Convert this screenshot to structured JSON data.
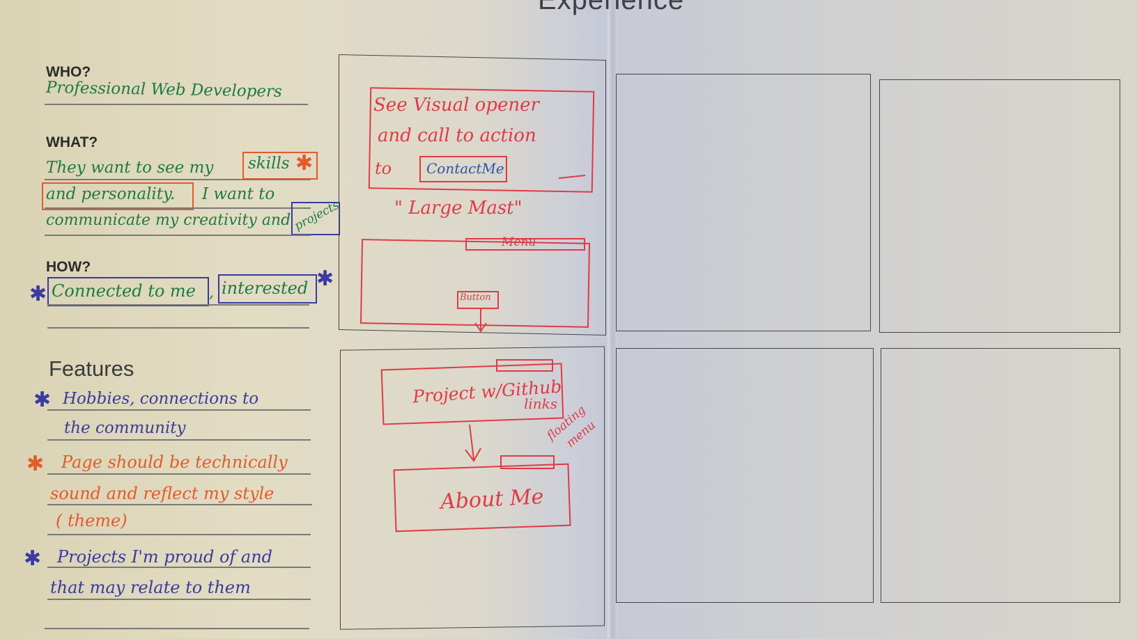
{
  "page": {
    "heading_fragment": "Experience"
  },
  "who": {
    "label": "WHO?",
    "text": "Professional Web Developers"
  },
  "what": {
    "label": "WHAT?",
    "line1": "They want to see my",
    "skills": "skills",
    "line2": "and personality.",
    "line2b": "I want to",
    "line3": "communicate my creativity and",
    "projects": "projects"
  },
  "how": {
    "label": "HOW?",
    "item1": "Connected to me",
    "sep": ",",
    "item2": "interested"
  },
  "features": {
    "title": "Features",
    "items": [
      {
        "star_color": "#3a3aa0",
        "lines": [
          "Hobbies, connections to",
          "the community"
        ]
      },
      {
        "star_color": "#e35a2b",
        "lines": [
          "Page should be technically",
          "sound and reflect my style",
          "( theme)"
        ]
      },
      {
        "star_color": "#3a3aa0",
        "lines": [
          "Projects I'm proud of and",
          "that may relate to them"
        ]
      }
    ]
  },
  "sketch1": {
    "mast_line1": "See Visual opener",
    "mast_line2": "and call to action",
    "mast_line3": "to",
    "contact_button": "ContactMe",
    "caption": "\" Large Mast\"",
    "menu_tab": "Menu",
    "button_label": "Button"
  },
  "sketch2": {
    "project_line1": "Project w/Github",
    "project_line2": "links",
    "side_note1": "floating",
    "side_note2": "menu",
    "about": "About Me"
  },
  "colors": {
    "green": "#1f7a45",
    "blue": "#3a3aa0",
    "orange": "#e35a2b",
    "red": "#e03a45"
  }
}
